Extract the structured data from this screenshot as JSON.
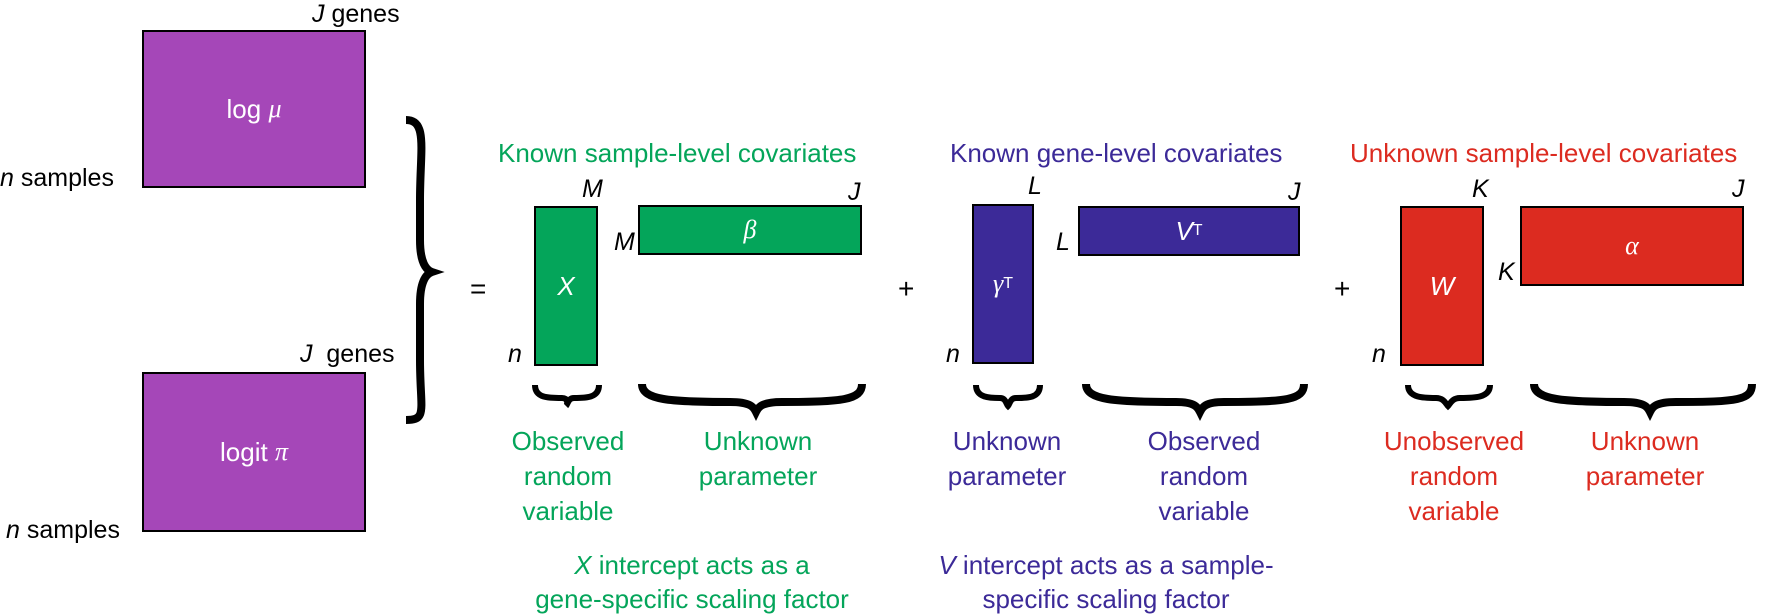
{
  "left_top": {
    "content": "log",
    "symbol": "μ",
    "cols": "J",
    "cols_word": "genes",
    "rows": "n",
    "rows_word": "samples"
  },
  "left_bottom": {
    "content": "logit",
    "symbol": "π",
    "cols": "J",
    "cols_word": "genes",
    "rows": "n",
    "rows_word": "samples"
  },
  "ops": {
    "equals": "=",
    "plus1": "+",
    "plus2": "+"
  },
  "green": {
    "heading": "Known sample-level covariates",
    "matrix1": {
      "symbol": "X",
      "rows": "n",
      "cols": "M"
    },
    "matrix2": {
      "symbol": "β",
      "rows": "M",
      "cols": "J"
    },
    "desc1": [
      "Observed",
      "random",
      "variable"
    ],
    "desc2": [
      "Unknown",
      "parameter"
    ],
    "note": {
      "symbol": "X",
      "line1": " intercept acts as a",
      "line2": "gene-specific scaling factor"
    }
  },
  "blue": {
    "heading": "Known gene-level covariates",
    "matrix1": {
      "symbol": "γ",
      "sup": "T",
      "rows": "n",
      "cols": "L"
    },
    "matrix2": {
      "symbol": "V",
      "sup": "T",
      "rows": "L",
      "cols": "J"
    },
    "desc1": [
      "Unknown",
      "parameter"
    ],
    "desc2": [
      "Observed",
      "random",
      "variable"
    ],
    "note": {
      "symbol": "V",
      "line1": " intercept acts as a sample-",
      "line2": "specific scaling factor"
    }
  },
  "red": {
    "heading": "Unknown sample-level covariates",
    "matrix1": {
      "symbol": "W",
      "rows": "n",
      "cols": "K"
    },
    "matrix2": {
      "symbol": "α",
      "rows": "K",
      "cols": "J"
    },
    "desc1": [
      "Unobserved",
      "random",
      "variable"
    ],
    "desc2": [
      "Unknown",
      "parameter"
    ]
  },
  "colors": {
    "purple": "#a547b8",
    "green": "#04a55a",
    "blue": "#3c2a98",
    "red": "#dc2b20"
  }
}
